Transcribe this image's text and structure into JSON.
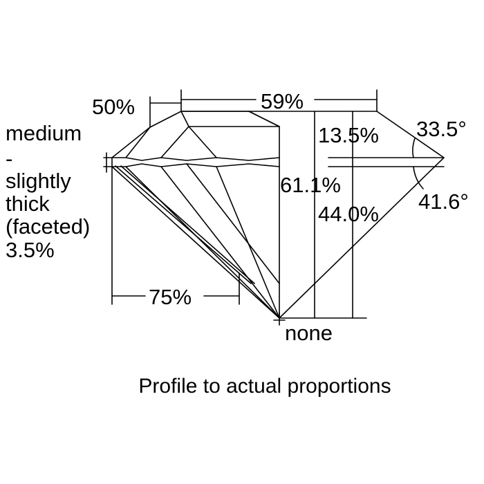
{
  "labels": {
    "crown_angle": "33.5°",
    "pavilion_angle": "41.6°",
    "table_pct": "59%",
    "star_pct": "50%",
    "crown_height": "13.5%",
    "total_depth": "61.1%",
    "pavilion_depth": "44.0%",
    "lower_half_pct": "75%",
    "culet": "none",
    "girdle_line1": "medium",
    "girdle_line2": "-",
    "girdle_line3": "slightly",
    "girdle_line4": "thick",
    "girdle_line5": "(faceted)",
    "girdle_line6": "3.5%"
  },
  "caption": "Profile to actual proportions"
}
